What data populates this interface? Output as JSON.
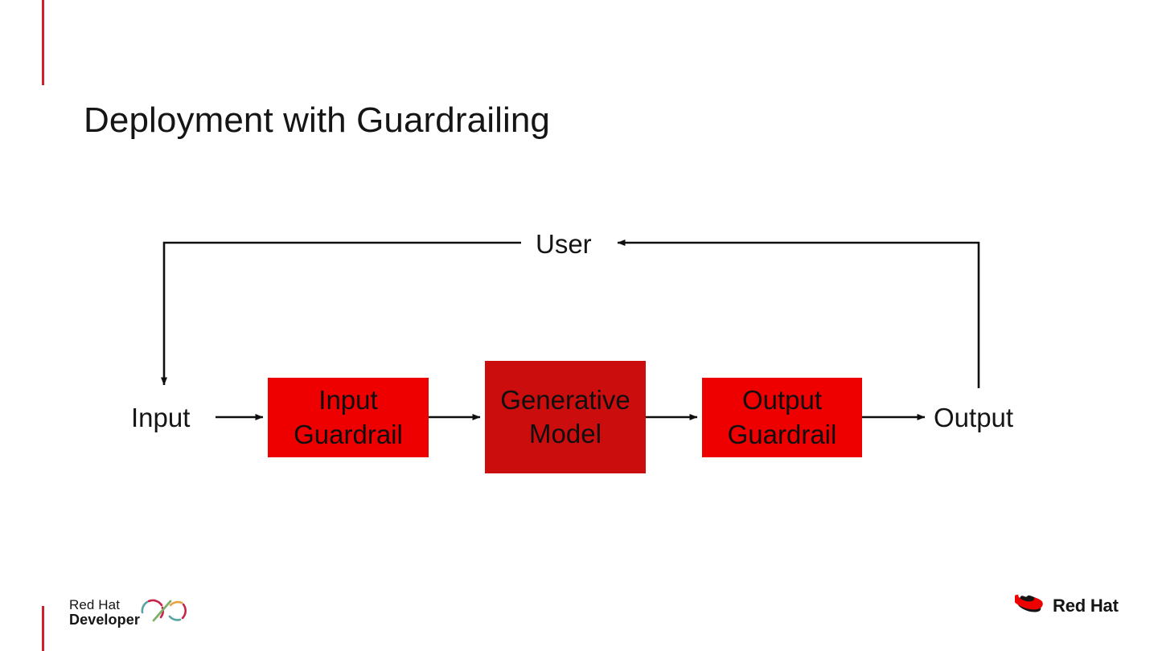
{
  "slide": {
    "title": "Deployment with Guardrailing",
    "background_color": "#FFFFFF",
    "accent_color": "#CC2229"
  },
  "diagram": {
    "type": "flowchart",
    "nodes": [
      {
        "id": "input",
        "label": "Input",
        "kind": "text-label",
        "color": "#151515"
      },
      {
        "id": "input-guardrail",
        "label": "Input\nGuardrail",
        "line1": "Input",
        "line2": "Guardrail",
        "kind": "box",
        "color": "#EE0000"
      },
      {
        "id": "generative-model",
        "label": "Generative\nModel",
        "line1": "Generative",
        "line2": "Model",
        "kind": "box",
        "color": "#CC0D0D"
      },
      {
        "id": "output-guardrail",
        "label": "Output\nGuardrail",
        "line1": "Output",
        "line2": "Guardrail",
        "kind": "box",
        "color": "#EE0000"
      },
      {
        "id": "output",
        "label": "Output",
        "kind": "text-label",
        "color": "#151515"
      },
      {
        "id": "user",
        "label": "User",
        "kind": "text-label",
        "color": "#151515"
      }
    ],
    "edges": [
      {
        "from": "input",
        "to": "input-guardrail",
        "style": "arrow-right"
      },
      {
        "from": "input-guardrail",
        "to": "generative-model",
        "style": "arrow-right"
      },
      {
        "from": "generative-model",
        "to": "output-guardrail",
        "style": "arrow-right"
      },
      {
        "from": "output-guardrail",
        "to": "output",
        "style": "arrow-right"
      },
      {
        "from": "output",
        "to": "user",
        "style": "elbow-up-left-arrow"
      },
      {
        "from": "user",
        "to": "input",
        "style": "elbow-left-down-arrow"
      }
    ],
    "line_color": "#0f0f0f"
  },
  "footer": {
    "developer_logo": {
      "line1": "Red Hat",
      "line2": "Developer",
      "mark_colors": [
        "#C9234B",
        "#E8A33D",
        "#5BA4A4",
        "#7FB069"
      ]
    },
    "brand_logo": {
      "wordmark": "Red Hat",
      "hat_color": "#EE0000"
    }
  }
}
